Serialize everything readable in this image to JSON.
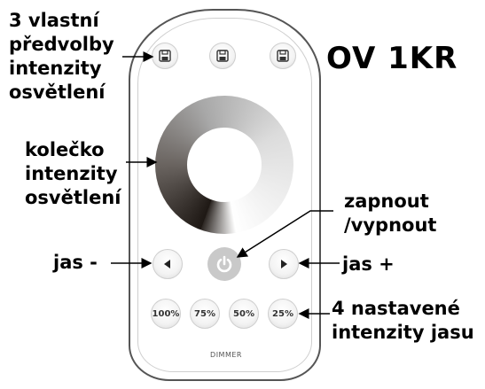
{
  "title": "OV 1KR",
  "labels": {
    "presets": [
      "3 vlastní",
      "předvolby",
      "intenzity",
      "osvětlení"
    ],
    "wheel": [
      "kolečko",
      "intenzity",
      "osvětlení"
    ],
    "power": [
      "zapnout",
      "/vypnout"
    ],
    "jas_minus": "jas -",
    "jas_plus": "jas +",
    "intensities": [
      "4 nastavené",
      "intenzity jasu"
    ]
  },
  "remote": {
    "percent_buttons": [
      "100%",
      "75%",
      "50%",
      "25%"
    ],
    "brand_label": "DIMMER"
  },
  "icons": {
    "preset": "floppy-disk-icon",
    "power": "power-icon",
    "left": "arrow-left-icon",
    "right": "arrow-right-icon"
  },
  "colors": {
    "text": "#000000",
    "remote_outline": "#555555",
    "power_button": "#c9c9c9"
  }
}
